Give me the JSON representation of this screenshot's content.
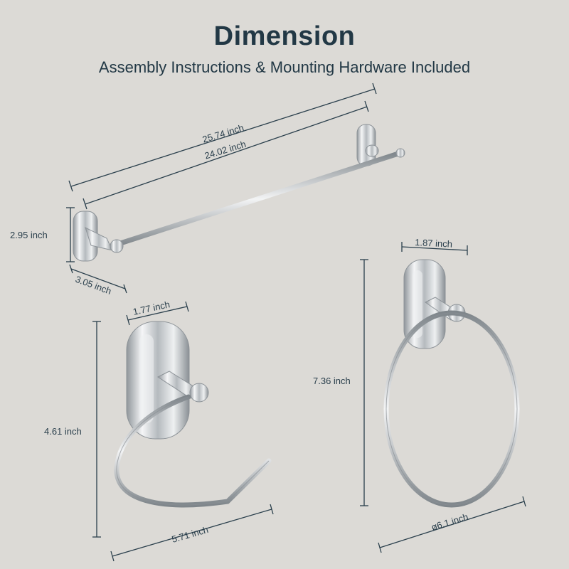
{
  "header": {
    "title": "Dimension",
    "subtitle": "Assembly Instructions & Mounting Hardware Included"
  },
  "towel_bar": {
    "overall_length": "25.74 inch",
    "bar_length": "24.02 inch",
    "height": "2.95 inch",
    "depth": "3.05 inch"
  },
  "paper_holder": {
    "width_top": "1.77 inch",
    "height": "4.61 inch",
    "width_bottom": "5.71 inch"
  },
  "towel_ring": {
    "width_top": "1.87 inch",
    "height": "7.36 inch",
    "diameter": "ø6.1 inch"
  },
  "colors": {
    "background": "#dcdad6",
    "text": "#223845",
    "chrome": "#c9cdd1"
  }
}
